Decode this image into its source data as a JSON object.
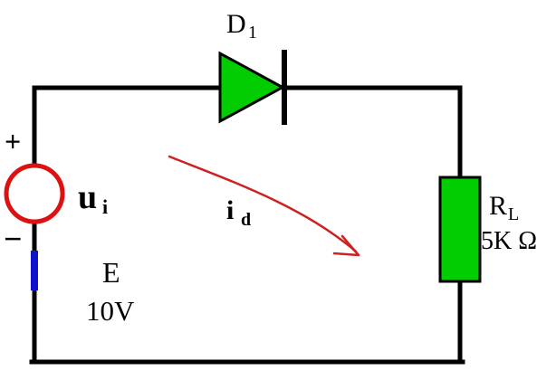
{
  "circuit": {
    "diode": {
      "name": "D",
      "sub": "1"
    },
    "source": {
      "plus": "+",
      "minus": "−",
      "name": "u",
      "sub": "i"
    },
    "battery": {
      "name": "E",
      "value": "10V"
    },
    "current": {
      "name": "i",
      "sub": "d"
    },
    "resistor": {
      "name": "R",
      "sub": "L",
      "value": "5K Ω"
    }
  },
  "colors": {
    "wire": "#000000",
    "green": "#00cc00",
    "red": "#dd1111",
    "blue": "#1111cc",
    "arrow": "#cc2222"
  }
}
